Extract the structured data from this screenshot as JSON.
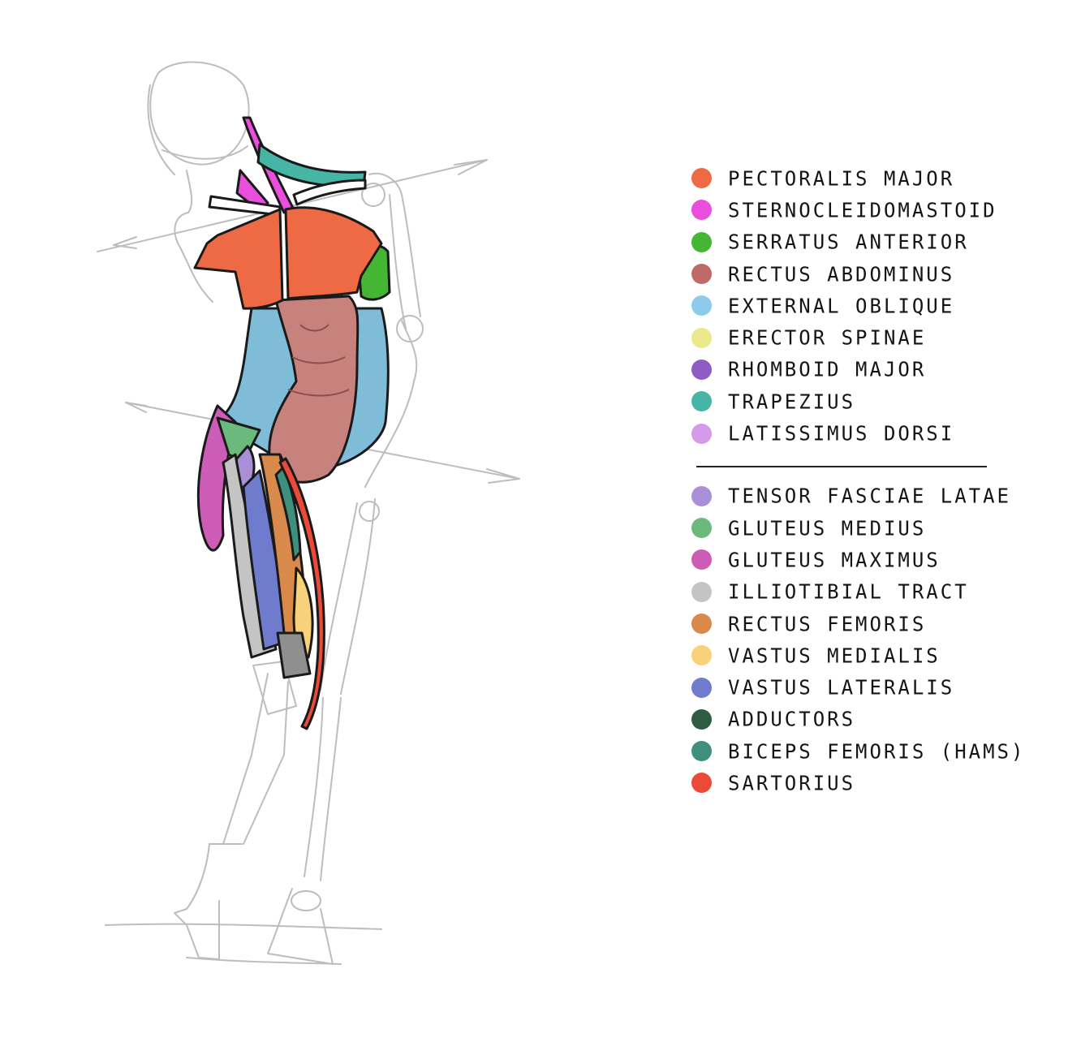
{
  "legend_groups": [
    {
      "items": [
        {
          "label": "PECTORALIS MAJOR",
          "color": "#ee6a44"
        },
        {
          "label": "STERNOCLEIDOMASTOID",
          "color": "#e94fdc"
        },
        {
          "label": "SERRATUS ANTERIOR",
          "color": "#45b534"
        },
        {
          "label": "RECTUS ABDOMINUS",
          "color": "#c06a68"
        },
        {
          "label": "EXTERNAL OBLIQUE",
          "color": "#8ccbea"
        },
        {
          "label": "ERECTOR SPINAE",
          "color": "#ece88c"
        },
        {
          "label": "RHOMBOID MAJOR",
          "color": "#8f5cc4"
        },
        {
          "label": "TRAPEZIUS",
          "color": "#46b5a5"
        },
        {
          "label": "LATISSIMUS DORSI",
          "color": "#d59aea"
        }
      ]
    },
    {
      "items": [
        {
          "label": "TENSOR FASCIAE LATAE",
          "color": "#a990d6"
        },
        {
          "label": "GLUTEUS MEDIUS",
          "color": "#6bb97c"
        },
        {
          "label": "GLUTEUS MAXIMUS",
          "color": "#cc5cb5"
        },
        {
          "label": "ILLIOTIBIAL TRACT",
          "color": "#c4c4c4"
        },
        {
          "label": "RECTUS FEMORIS",
          "color": "#d9894a"
        },
        {
          "label": "VASTUS MEDIALIS",
          "color": "#f7d27a"
        },
        {
          "label": "VASTUS LATERALIS",
          "color": "#6f7ccd"
        },
        {
          "label": "ADDUCTORS",
          "color": "#2f5b41"
        },
        {
          "label": "BICEPS FEMORIS (HAMS)",
          "color": "#3f8f7d"
        },
        {
          "label": "SARTORIUS",
          "color": "#ec4a39"
        }
      ]
    }
  ]
}
